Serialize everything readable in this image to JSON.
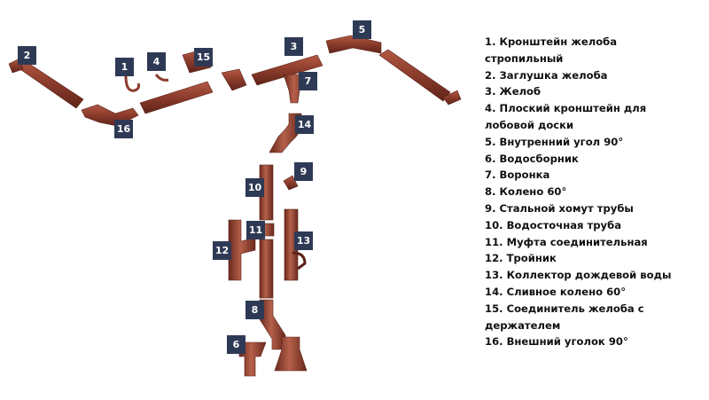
{
  "diagram": {
    "part_color": "#8b3b2b",
    "tag_color": "#2e3a55",
    "tags": [
      "1",
      "2",
      "3",
      "4",
      "5",
      "6",
      "7",
      "8",
      "9",
      "10",
      "11",
      "12",
      "13",
      "14",
      "15",
      "16"
    ]
  },
  "legend": [
    "1. Кронштейн желоба стропильный",
    "2. Заглушка желоба",
    "3. Желоб",
    "4. Плоский кронштейн для лобовой доски",
    "5. Внутренний угол 90°",
    "6. Водосборник",
    "7. Воронка",
    "8. Колено 60°",
    "9. Стальной хомут трубы",
    "10. Водосточная труба",
    "11.  Муфта соединительная",
    "12. Тройник",
    "13. Коллектор дождевой воды",
    "14. Сливное колено 60°",
    "15. Соединитель желоба с держателем",
    "16. Внешний уголок 90°"
  ]
}
